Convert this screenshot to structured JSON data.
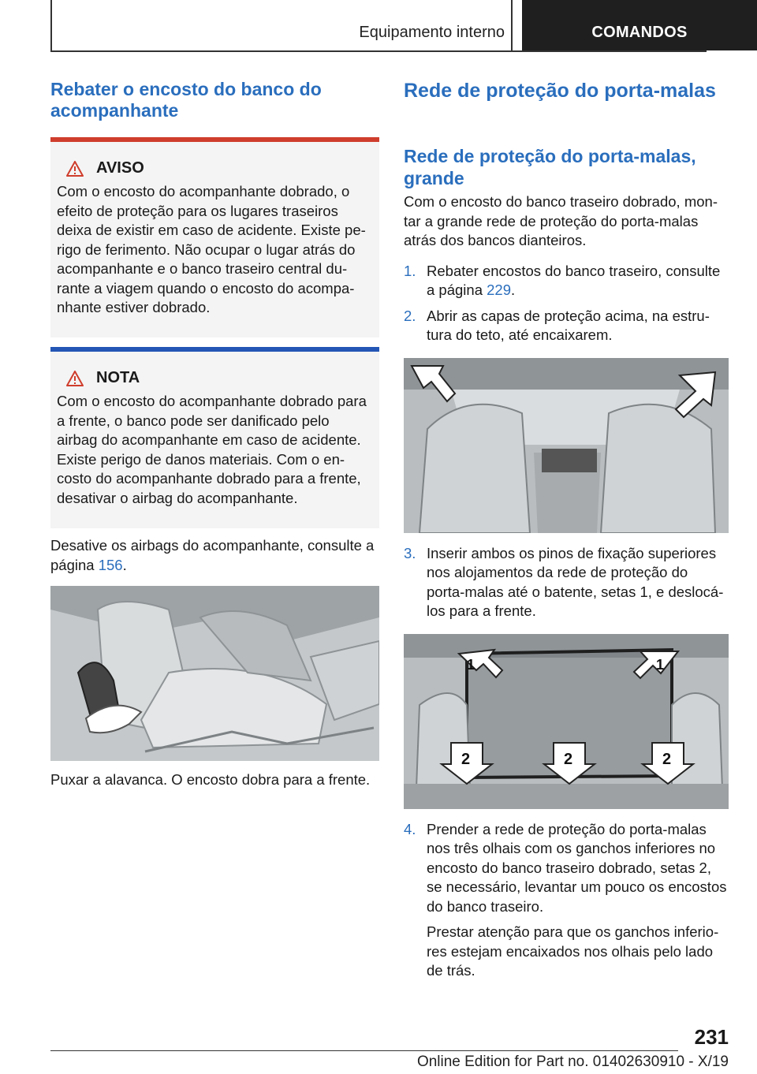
{
  "header": {
    "section": "Equipamento interno",
    "chapter": "COMANDOS"
  },
  "left": {
    "title": "Rebater o encosto do banco do acompanhante",
    "warning": {
      "label": "AVISO",
      "text": "Com o encosto do acompanhante dobrado, o efeito de proteção para os lugares traseiros deixa de existir em caso de acidente. Existe pe­rigo de ferimento. Não ocupar o lugar atrás do acompanhante e o banco traseiro central du­rante a viagem quando o encosto do acompa­nhante estiver dobrado."
    },
    "note": {
      "label": "NOTA",
      "text": "Com o encosto do acompanhante dobrado para a frente, o banco pode ser danificado pelo airbag do acompanhante em caso de acidente. Existe perigo de danos materiais. Com o en­costo do acompanhante dobrado para a frente, desativar o airbag do acompanhante."
    },
    "airbag_text": "Desative os airbags do acompanhante, consulte a página",
    "airbag_page": "156",
    "airbag_end": ".",
    "caption": "Puxar a alavanca. O encosto dobra para a frente."
  },
  "right": {
    "title": "Rede de proteção do porta-malas",
    "subtitle": "Rede de proteção do porta-malas, grande",
    "intro": "Com o encosto do banco traseiro dobrado, mon­tar a grande rede de proteção do porta-malas atrás dos bancos dianteiros.",
    "steps": [
      {
        "num": "1.",
        "text": "Rebater encostos do banco traseiro, consulte a página",
        "link": "229",
        "end": "."
      },
      {
        "num": "2.",
        "text": "Abrir as capas de proteção acima, na estru­tura do teto, até encaixarem."
      },
      {
        "num": "3.",
        "text": "Inserir ambos os pinos de fixação superiores nos alojamentos da rede de proteção do porta-malas até o batente, setas 1, e deslocá­-los para a frente."
      },
      {
        "num": "4.",
        "text": "Prender a rede de proteção do porta-malas nos três olhais com os ganchos inferiores no encosto do banco traseiro dobrado, setas 2, se necessário, levantar um pouco os encos­tos do banco traseiro.",
        "extra": "Prestar atenção para que os ganchos inferio­res estejam encaixados nos olhais pelo lado de trás."
      }
    ],
    "arrow_labels": {
      "one": "1",
      "two": "2"
    }
  },
  "footer": {
    "page": "231",
    "edition": "Online Edition for Part no. 01402630910 - X/19"
  }
}
